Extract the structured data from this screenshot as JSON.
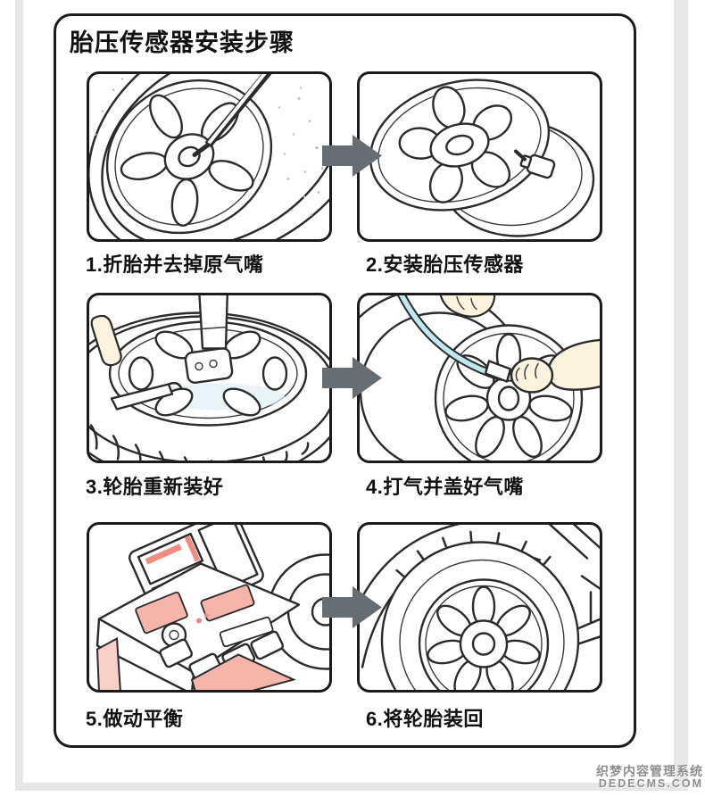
{
  "page": {
    "title": "胎压传感器安装步骤",
    "watermark": {
      "line1": "织梦内容管理系统",
      "line2": "DEDECMS.COM"
    }
  },
  "colors": {
    "panel_border": "#1b1b1b",
    "arrow_gray": "#666e73",
    "hose_cyan": "#bfe9f1",
    "skin_tone": "#fcf2dd",
    "machine_pink": "#f6b5ab",
    "machine_red": "#ef8d82",
    "watermark_gray": "#8e8e8e",
    "edge_strip_gray": "#e7e7e7"
  },
  "steps": [
    {
      "label": "1.折胎并去掉原气嘴",
      "illustration": "tire-dismount"
    },
    {
      "label": "2.安装胎压传感器",
      "illustration": "sensor-install"
    },
    {
      "label": "3.轮胎重新装好",
      "illustration": "tire-remount"
    },
    {
      "label": "4.打气并盖好气嘴",
      "illustration": "tire-inflate"
    },
    {
      "label": "5.做动平衡",
      "illustration": "wheel-balancing"
    },
    {
      "label": "6.将轮胎装回",
      "illustration": "wheel-reinstall"
    }
  ]
}
